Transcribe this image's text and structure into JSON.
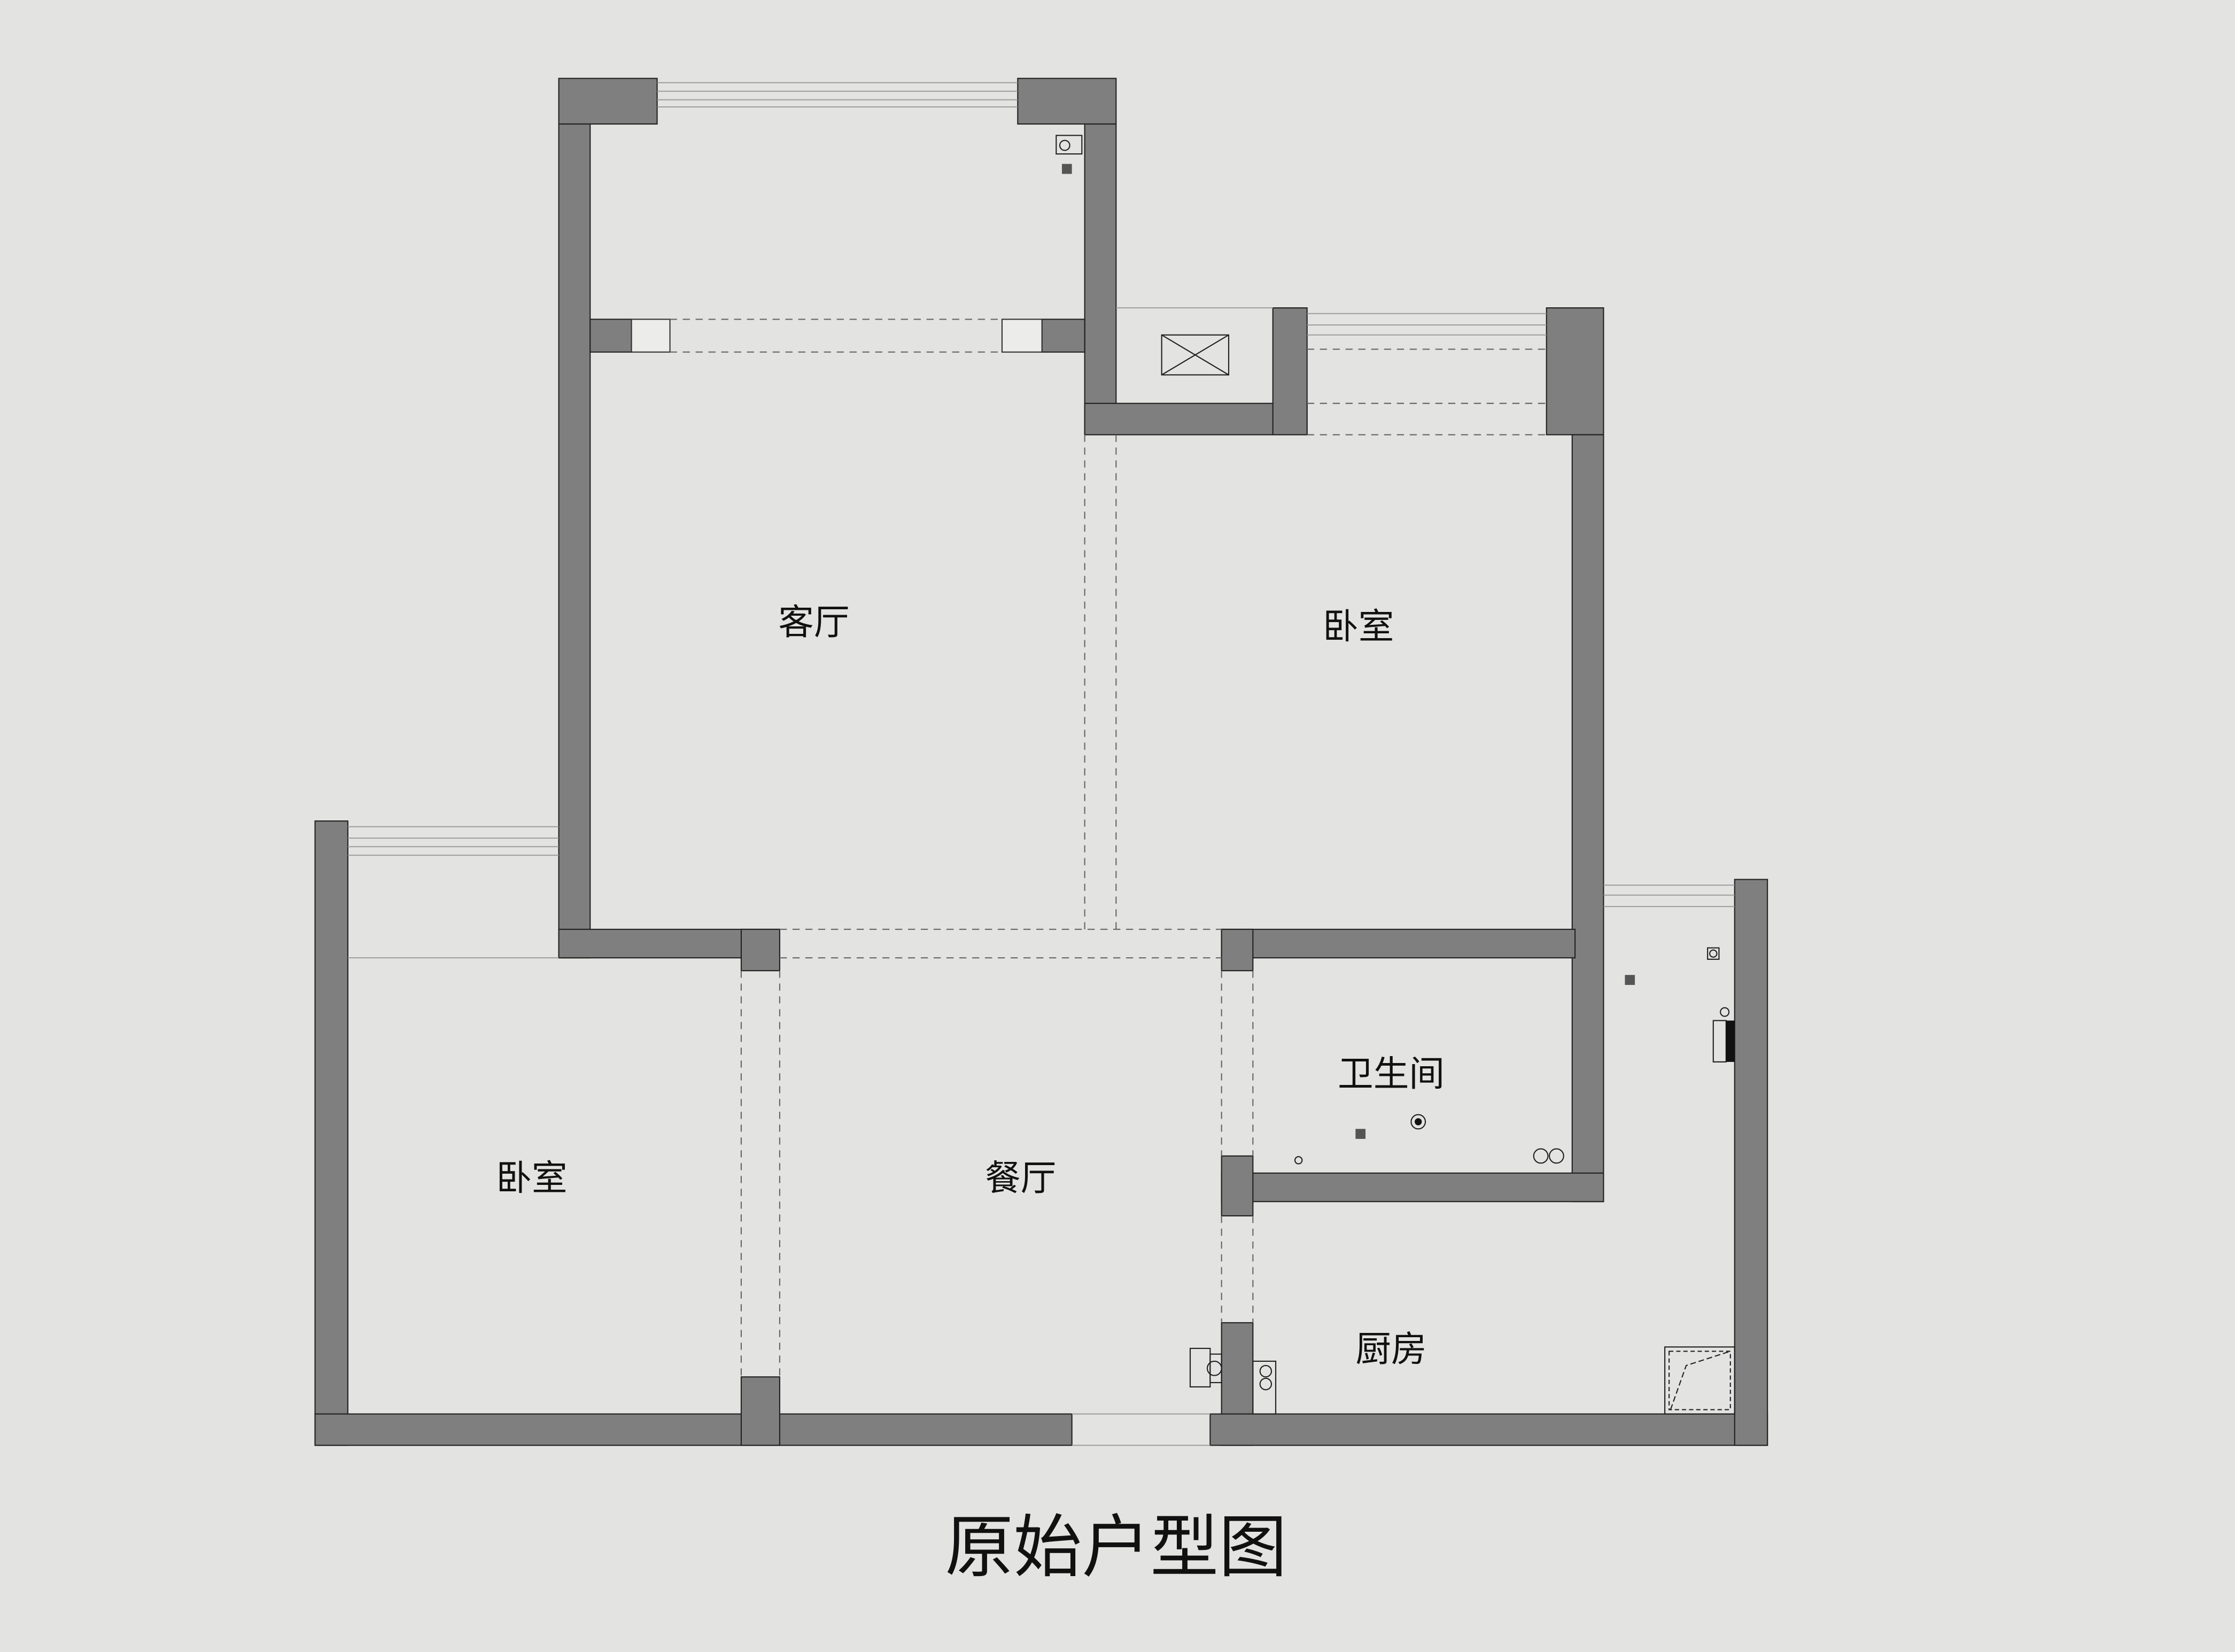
{
  "title": "原始户型图",
  "rooms": {
    "living_room": "客厅",
    "bedroom_right": "卧室",
    "bedroom_left": "卧室",
    "dining_room": "餐厅",
    "bathroom": "卫生间",
    "kitchen": "厨房"
  },
  "colors": {
    "background": "#e3e3e1",
    "wall": "#7f7f7f"
  }
}
